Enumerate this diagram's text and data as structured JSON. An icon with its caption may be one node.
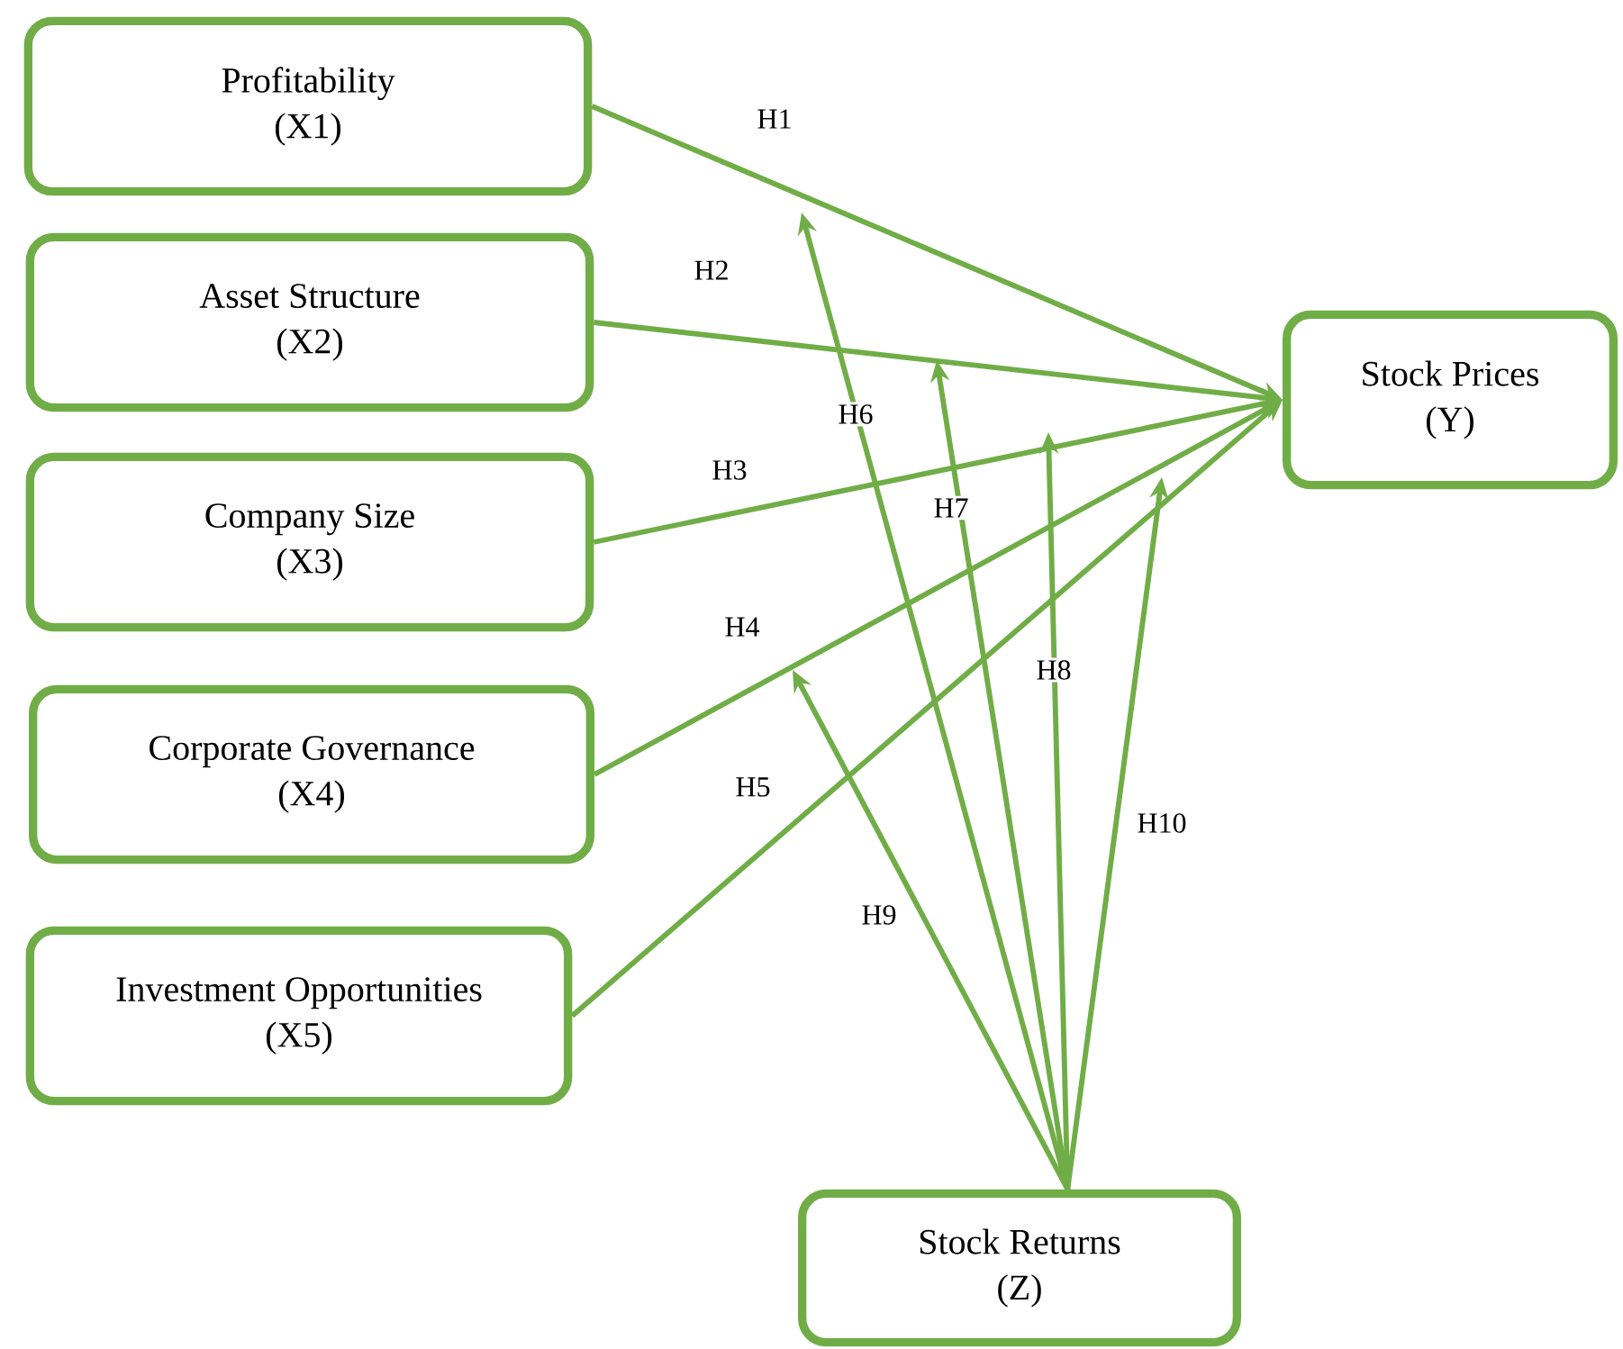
{
  "diagram": {
    "nodes": [
      {
        "text": [
          "Profitability",
          "(X1)"
        ]
      },
      {
        "text": [
          "Asset Structure",
          "(X2)"
        ]
      },
      {
        "text": [
          "Company Size",
          "(X3)"
        ]
      },
      {
        "text": [
          "Corporate Governance",
          "(X4)"
        ]
      },
      {
        "text": [
          "Investment Opportunities",
          "(X5)"
        ]
      },
      {
        "text": [
          "Stock Prices",
          "(Y)"
        ]
      },
      {
        "text": [
          "Stock Returns",
          "(Z)"
        ]
      }
    ],
    "edges": [
      {
        "from": 0,
        "to": 5,
        "arrow": "to",
        "label": "H1"
      },
      {
        "from": 1,
        "to": 5,
        "arrow": "to",
        "label": "H2"
      },
      {
        "from": 2,
        "to": 5,
        "arrow": "to",
        "label": "H3"
      },
      {
        "from": 3,
        "to": 5,
        "arrow": "to",
        "label": "H4"
      },
      {
        "from": 4,
        "to": 5,
        "arrow": "to",
        "label": "H5"
      },
      {
        "from": 6,
        "to": null,
        "arrow": "to",
        "label": "H6"
      },
      {
        "from": 6,
        "to": null,
        "arrow": "to",
        "label": "H7"
      },
      {
        "from": 6,
        "to": null,
        "arrow": "to",
        "label": "H8"
      },
      {
        "from": 6,
        "to": null,
        "arrow": "to",
        "label": "H9"
      },
      {
        "from": 6,
        "to": null,
        "arrow": "to",
        "label": "H10"
      }
    ]
  }
}
